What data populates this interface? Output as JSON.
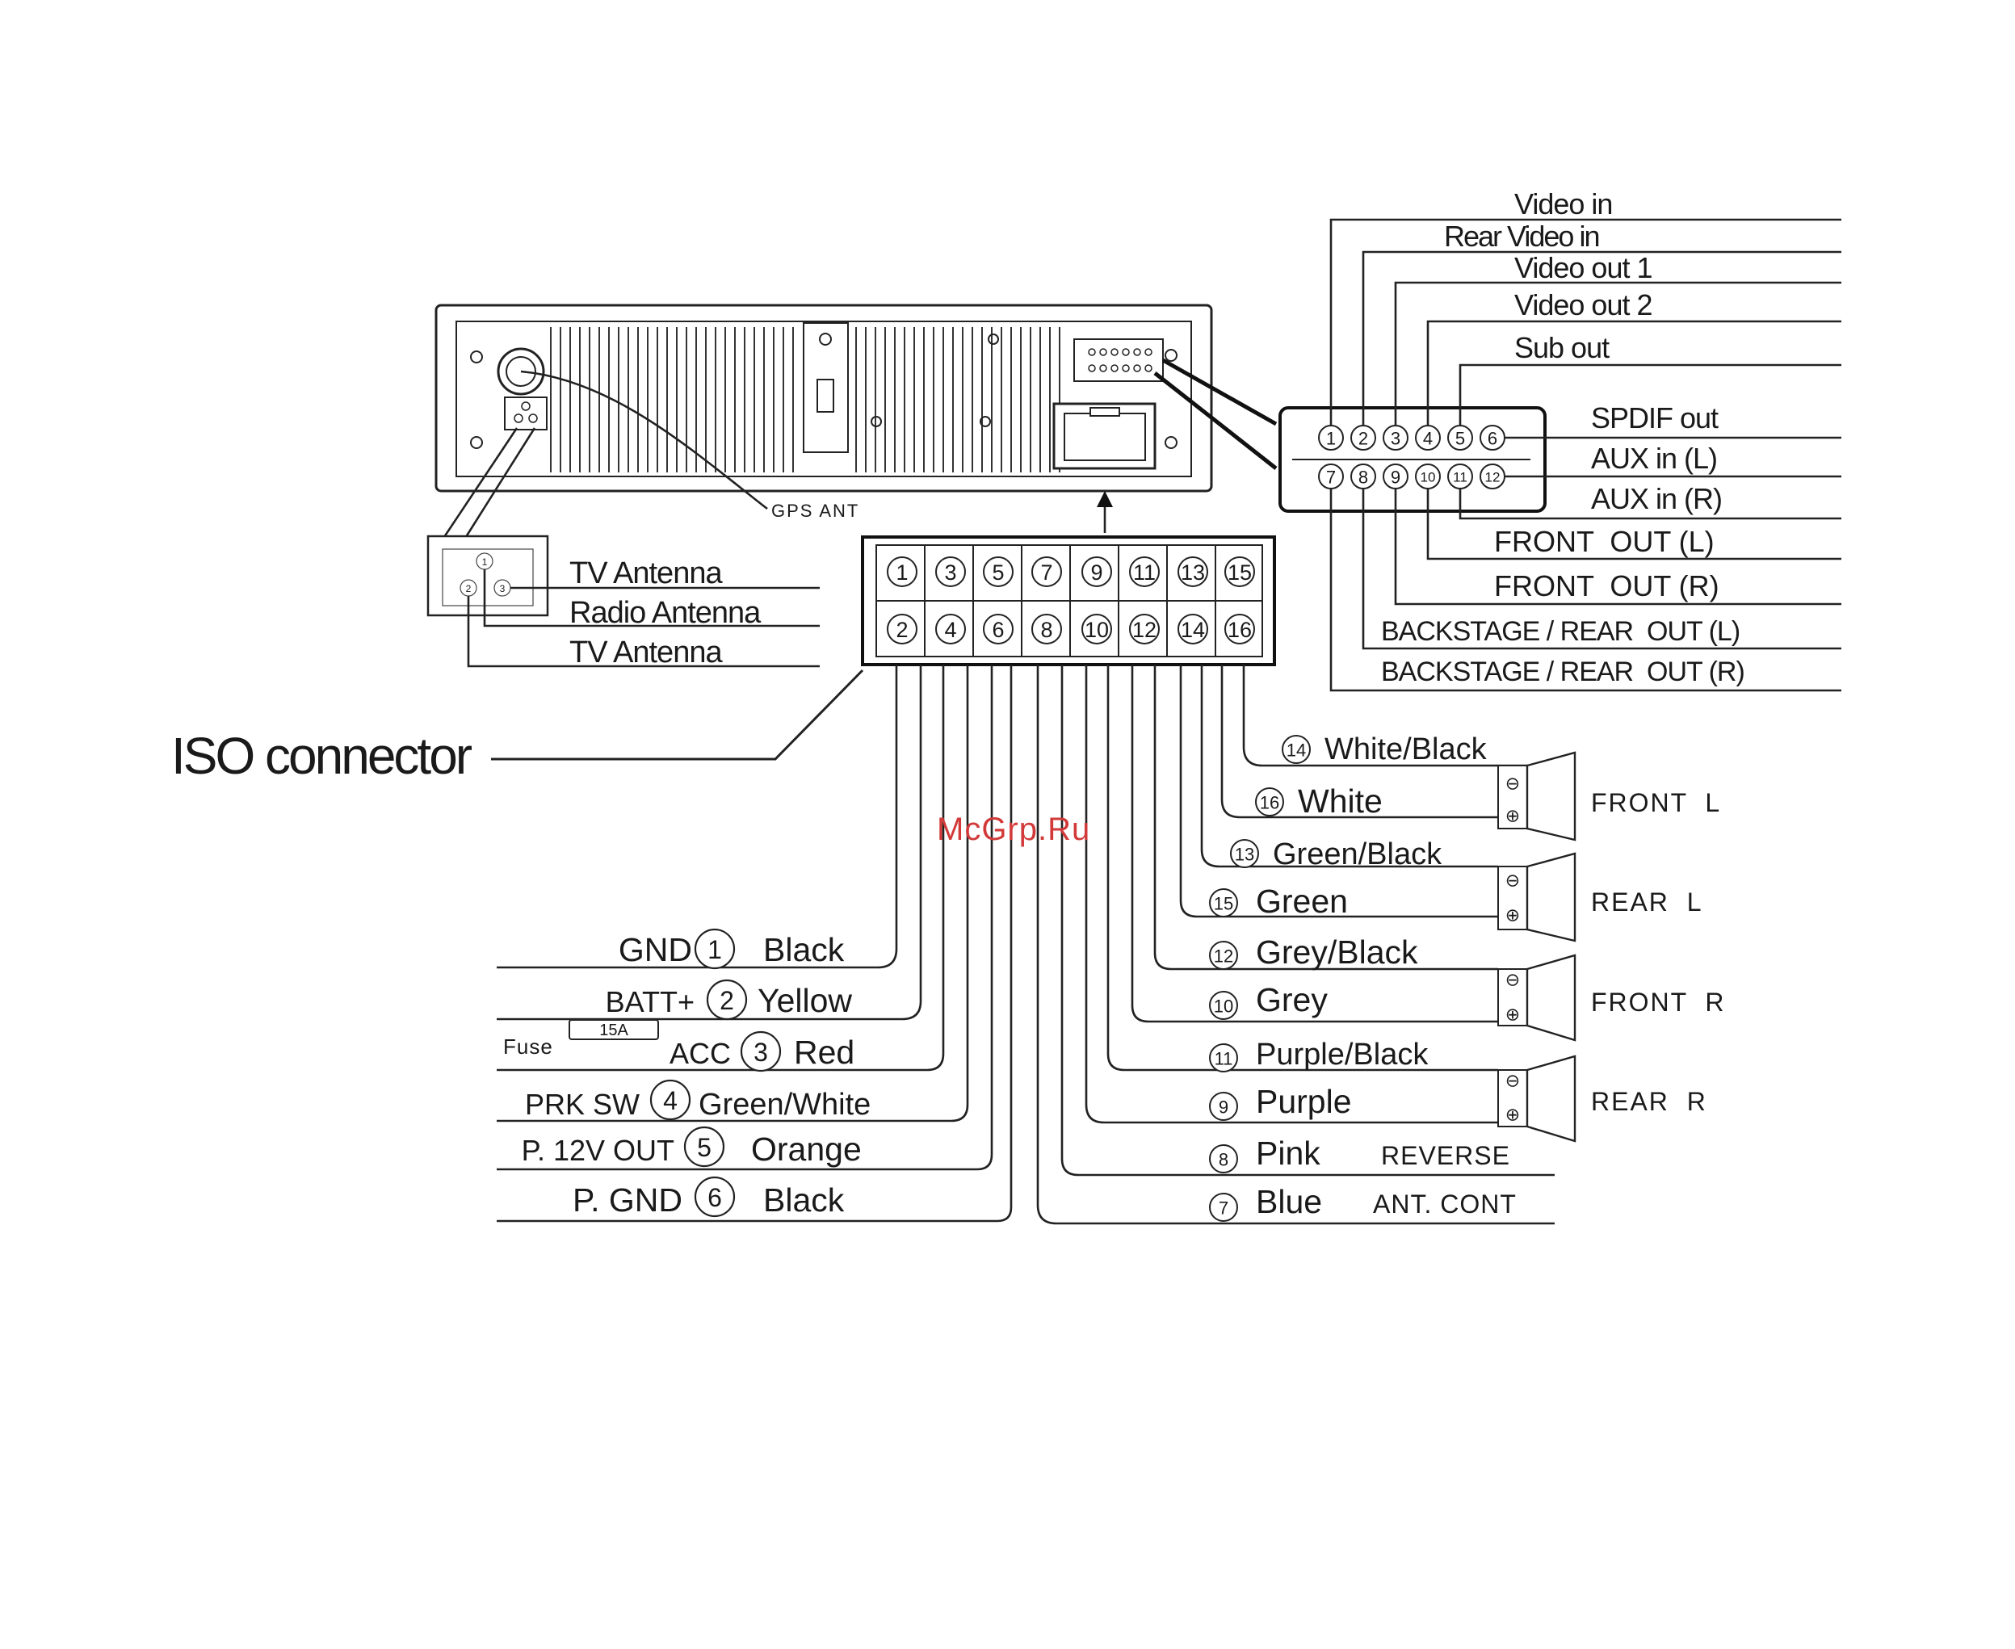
{
  "head_unit": {
    "gps_ant_label": "GPS ANT"
  },
  "antenna": {
    "pin_labels": [
      "1",
      "2",
      "3"
    ],
    "labels": [
      "TV Antenna",
      "Radio Antenna",
      "TV Antenna"
    ]
  },
  "iso": {
    "title": "ISO connector",
    "top_pins": [
      "1",
      "3",
      "5",
      "7",
      "9",
      "11",
      "13",
      "15"
    ],
    "bottom_pins": [
      "2",
      "4",
      "6",
      "8",
      "10",
      "12",
      "14",
      "16"
    ]
  },
  "watermark": "McGrp.Ru",
  "left_wires": [
    {
      "fn": "GND",
      "pin": "1",
      "color": "Black"
    },
    {
      "fn": "BATT+",
      "pin": "2",
      "color": "Yellow"
    },
    {
      "fn": "ACC",
      "pin": "3",
      "color": "Red"
    },
    {
      "fn": "PRK SW",
      "pin": "4",
      "color": "Green/White"
    },
    {
      "fn": "P. 12V OUT",
      "pin": "5",
      "color": "Orange"
    },
    {
      "fn": "P. GND",
      "pin": "6",
      "color": "Black"
    }
  ],
  "fuse": {
    "label": "Fuse",
    "rating": "15A"
  },
  "speaker_wires": [
    {
      "pin": "14",
      "color": "White/Black"
    },
    {
      "pin": "16",
      "color": "White"
    },
    {
      "pin": "13",
      "color": "Green/Black"
    },
    {
      "pin": "15",
      "color": "Green"
    },
    {
      "pin": "12",
      "color": "Grey/Black"
    },
    {
      "pin": "10",
      "color": "Grey"
    },
    {
      "pin": "11",
      "color": "Purple/Black"
    },
    {
      "pin": "9",
      "color": "Purple"
    }
  ],
  "bottom_wires": [
    {
      "pin": "8",
      "color": "Pink",
      "fn": "REVERSE"
    },
    {
      "pin": "7",
      "color": "Blue",
      "fn": "ANT. CONT"
    }
  ],
  "speakers": [
    {
      "label": "FRONT  L",
      "minus": "⊖",
      "plus": "⊕"
    },
    {
      "label": "REAR  L",
      "minus": "⊖",
      "plus": "⊕"
    },
    {
      "label": "FRONT  R",
      "minus": "⊖",
      "plus": "⊕"
    },
    {
      "label": "REAR  R",
      "minus": "⊖",
      "plus": "⊕"
    }
  ],
  "rca": {
    "top_pins": [
      "1",
      "2",
      "3",
      "4",
      "5",
      "6"
    ],
    "bottom_pins": [
      "7",
      "8",
      "9",
      "10",
      "11",
      "12"
    ],
    "labels": [
      "Video in",
      "Rear Video in",
      "Video out 1",
      "Video out 2",
      "Sub out",
      "SPDIF out",
      "AUX in (L)",
      "AUX in (R)",
      "FRONT  OUT (L)",
      "FRONT  OUT (R)",
      "BACKSTAGE / REAR  OUT (L)",
      "BACKSTAGE / REAR  OUT (R)"
    ]
  }
}
